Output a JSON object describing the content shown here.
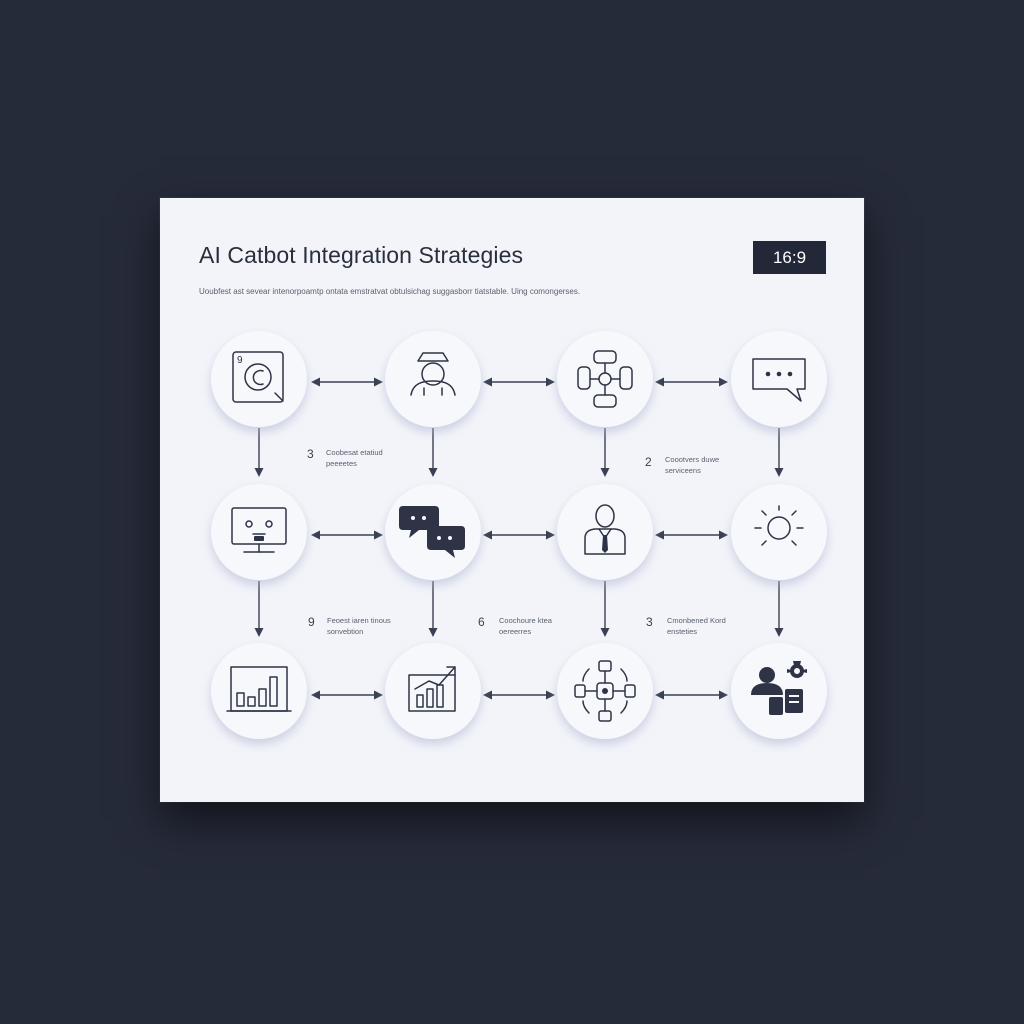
{
  "slide": {
    "title": "AI Catbot Integration Strategies",
    "ratio_badge": "16:9",
    "subtitle": "Uoubfest ast sevear intenorpoamtp ontata emstratvat obtulsichag suggasborr tiatstable. Uing comongerses."
  },
  "nodes": [
    {
      "id": "n1",
      "icon": "document-c-icon"
    },
    {
      "id": "n2",
      "icon": "person-hat-icon"
    },
    {
      "id": "n3",
      "icon": "network-hub-icon"
    },
    {
      "id": "n4",
      "icon": "chat-bubble-icon"
    },
    {
      "id": "n5",
      "icon": "monitor-bot-icon"
    },
    {
      "id": "n6",
      "icon": "chat-bubbles-icon"
    },
    {
      "id": "n7",
      "icon": "businessman-icon"
    },
    {
      "id": "n8",
      "icon": "sun-icon"
    },
    {
      "id": "n9",
      "icon": "bar-chart-icon"
    },
    {
      "id": "n10",
      "icon": "growth-chart-icon"
    },
    {
      "id": "n11",
      "icon": "workflow-cycle-icon"
    },
    {
      "id": "n12",
      "icon": "team-gear-icon"
    }
  ],
  "annotations": [
    {
      "number": "3",
      "text_line1": "Coobesat etatiud",
      "text_line2": "peeeetes"
    },
    {
      "number": "2",
      "text_line1": "Coootvers duwe",
      "text_line2": "serviceens"
    },
    {
      "number": "9",
      "text_line1": "Feoest iaren tinous",
      "text_line2": "sonvebtion"
    },
    {
      "number": "6",
      "text_line1": "Coochoure ktea",
      "text_line2": "oereerres"
    },
    {
      "number": "3",
      "text_line1": "Cmonbened Kord",
      "text_line2": "ensteties"
    }
  ],
  "colors": {
    "background": "#262b3a",
    "card": "#f2f4f9",
    "ink": "#2e3446",
    "badge": "#232838"
  }
}
